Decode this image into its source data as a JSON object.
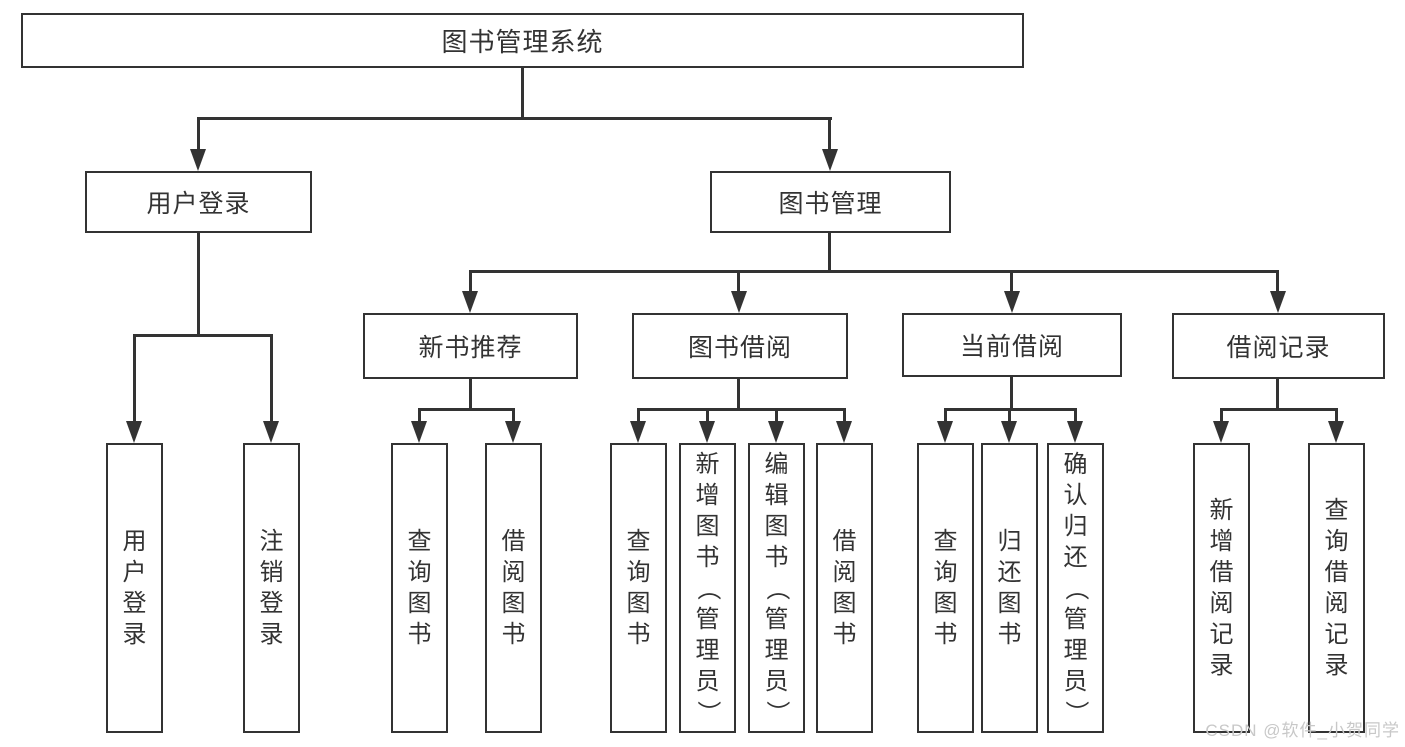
{
  "nodes": {
    "root": "图书管理系统",
    "user_login": "用户登录",
    "book_mgmt": "图书管理",
    "new_book_rec": "新书推荐",
    "book_borrow": "图书借阅",
    "current_borrow": "当前借阅",
    "borrow_records": "借阅记录",
    "leaf_user_login": "用户登录",
    "leaf_logout": "注销登录",
    "leaf_rec_query": "查询图书",
    "leaf_rec_borrow": "借阅图书",
    "leaf_bb_query": "查询图书",
    "leaf_bb_add": "新增图书（管理员）",
    "leaf_bb_edit": "编辑图书（管理员）",
    "leaf_bb_borrow": "借阅图书",
    "leaf_cb_query": "查询图书",
    "leaf_cb_return": "归还图书",
    "leaf_cb_confirm": "确认归还（管理员）",
    "leaf_br_add": "新增借阅记录",
    "leaf_br_query": "查询借阅记录"
  },
  "watermark": "CSDN @软件_小贺同学",
  "colors": {
    "line": "#333333",
    "text": "#333333",
    "wm": "#c8c8c8",
    "bg": "#ffffff"
  }
}
